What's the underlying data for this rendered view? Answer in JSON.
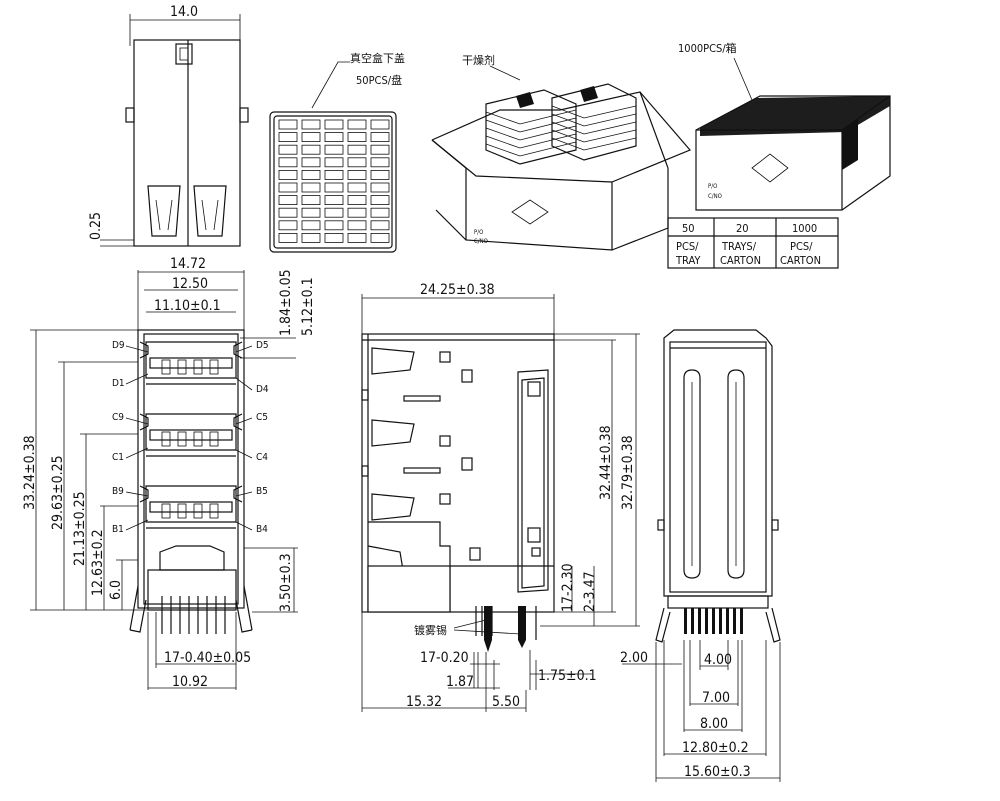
{
  "top_view": {
    "width": "14.0",
    "thickness": "0.25"
  },
  "tray": {
    "label_line1": "真空盒下盖",
    "label_line2": "50PCS/盘"
  },
  "box_open": {
    "desiccant": "干燥剂",
    "pd": "P/O",
    "cno": "C/NO"
  },
  "carton": {
    "label": "1000PCS/箱",
    "pd": "P/O",
    "cno": "C/NO"
  },
  "packing_table": {
    "values": [
      "50",
      "20",
      "1000"
    ],
    "units_line1": [
      "PCS/",
      "TRAYS/",
      "PCS/"
    ],
    "units_line2": [
      "TRAY",
      "CARTON",
      "CARTON"
    ]
  },
  "front_view": {
    "dims": {
      "w_outer": "14.72",
      "w_mid": "12.50",
      "w_inner": "11.10±0.1",
      "d1": "1.84±0.05",
      "d2": "5.12±0.1",
      "h_total": "33.24±0.38",
      "h2": "29.63±0.25",
      "h3": "21.13±0.25",
      "h4": "12.63±0.2",
      "h5": "6.0",
      "h6": "3.50±0.3",
      "pins": "17-0.40±0.05",
      "bottom": "10.92"
    },
    "pin_labels": {
      "d9": "D9",
      "d5": "D5",
      "d1": "D1",
      "d4": "D4",
      "c9": "C9",
      "c5": "C5",
      "c1": "C1",
      "c4": "C4",
      "b9": "B9",
      "b5": "B5",
      "b1": "B1",
      "b4": "B4"
    }
  },
  "side_view": {
    "dims": {
      "depth": "24.25±0.38",
      "h1": "32.44±0.38",
      "h2": "32.79±0.38",
      "pin1": "17-2.30",
      "pin2": "2-3.47",
      "pinw": "17-0.20",
      "d187": "1.87",
      "d175": "1.75±0.1",
      "d1532": "15.32",
      "d550": "5.50"
    },
    "plating": "镀雾锡"
  },
  "rear_view": {
    "dims": {
      "d200": "2.00",
      "d400": "4.00",
      "d700": "7.00",
      "d800": "8.00",
      "d1280": "12.80±0.2",
      "d1560": "15.60±0.3"
    }
  }
}
